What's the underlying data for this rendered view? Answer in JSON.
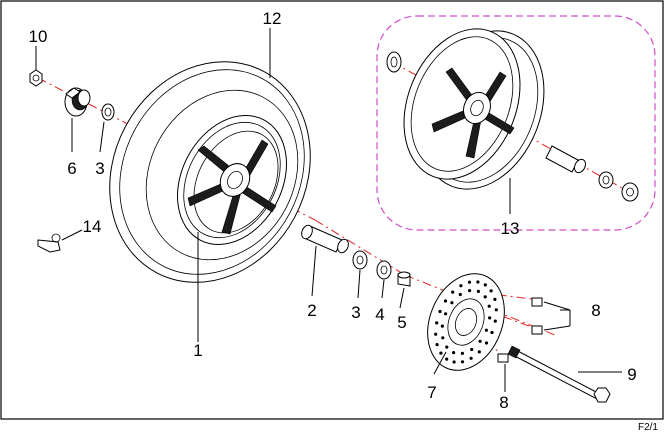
{
  "diagram": {
    "type": "exploded-parts-view",
    "subject": "front wheel assembly",
    "page_ref": "F2/1",
    "callouts": [
      "1",
      "2",
      "3",
      "3",
      "4",
      "5",
      "6",
      "7",
      "8",
      "8",
      "9",
      "10",
      "12",
      "13",
      "14"
    ],
    "colors": {
      "axis_line": "#e02020",
      "group_outline": "#d050c8",
      "line_art": "#000000",
      "background": "#ffffff"
    }
  }
}
